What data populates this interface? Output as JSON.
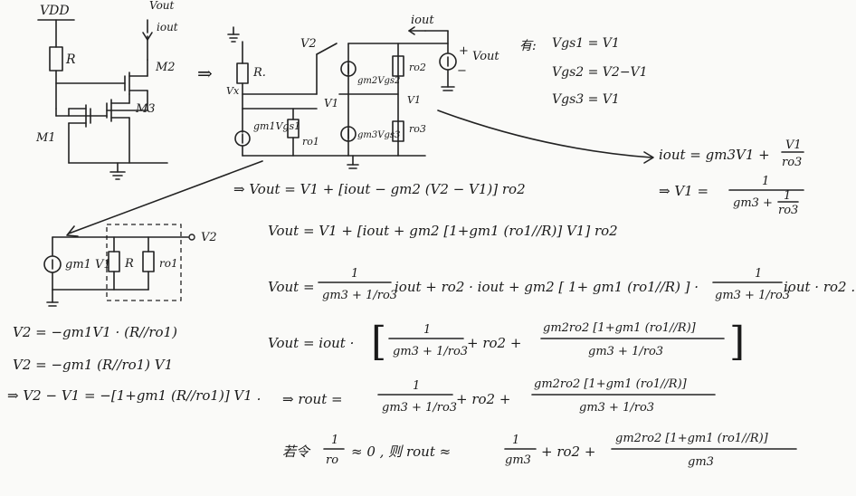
{
  "schematic": {
    "vdd": "VDD",
    "vout": "Vout",
    "iout_arrow": "iout",
    "r": "R",
    "m2": "M2",
    "m3": "M3",
    "m1": "M1"
  },
  "small_signal": {
    "arrow": "⇒",
    "r": "R.",
    "v2": "V2",
    "vx": "Vx",
    "v1": "V1",
    "v1_right": "V1",
    "iout": "iout",
    "plus": "+",
    "minus": "−",
    "vout": "Vout",
    "gm1": "gm1Vgs1",
    "ro1": "ro1",
    "gm2": "gm2Vgs2",
    "ro2": "ro2",
    "gm3": "gm3Vgs3",
    "ro3": "ro3"
  },
  "notes": {
    "prefix": "有:",
    "vgs1": "Vgs1 = V1",
    "vgs2": "Vgs2 = V2−V1",
    "vgs3": "Vgs3 = V1"
  },
  "iout_eq": {
    "lhs": "iout = gm3V1 +",
    "num": "V1",
    "den": "ro3"
  },
  "v1_eq": {
    "lhs": "⇒ V1 =",
    "num": "1",
    "den_a": "gm3 +",
    "den_num": "1",
    "den_den": "ro3"
  },
  "sub_circuit": {
    "v2": "V2",
    "gm1": "gm1 V1",
    "r": "R",
    "ro1": "ro1"
  },
  "v2_eqs": {
    "l1": "V2 = −gm1V1 · (R//ro1)",
    "l2": "V2 = −gm1 (R//ro1) V1",
    "l3": "⇒ V2 − V1 = −[1+gm1 (R//ro1)] V1 ."
  },
  "derivation": {
    "l1": "⇒ Vout = V1 + [iout − gm2 (V2 − V1)] ro2",
    "l2": "Vout = V1 + [iout + gm2 [1+gm1 (ro1//R)] V1] ro2",
    "l3a": "Vout =",
    "l3_num": "1",
    "l3_den": "gm3 + 1/ro3",
    "l3b": "iout + ro2 · iout + gm2 [ 1+ gm1 (ro1//R) ] ·",
    "l3_num2": "1",
    "l3_den2": "gm3 + 1/ro3",
    "l3c": "iout · ro2 .",
    "l4a": "Vout = iout ·",
    "l4_num": "1",
    "l4_den": "gm3 + 1/ro3",
    "l4b": "+ ro2 +",
    "l4_num2": "gm2ro2 [1+gm1 (ro1//R)]",
    "l4_den2": "gm3 + 1/ro3",
    "l5a": "⇒ rout =",
    "l5_num": "1",
    "l5_den": "gm3 + 1/ro3",
    "l5b": "+ ro2 +",
    "l5_num2": "gm2ro2 [1+gm1 (ro1//R)]",
    "l5_den2": "gm3 + 1/ro3",
    "l6a": "若令",
    "l6_num": "1",
    "l6_den": "ro",
    "l6b": "≈ 0 ,  则  rout ≈",
    "l6_num2": "1",
    "l6_den2": "gm3",
    "l6c": "+ ro2 +",
    "l6_num3": "gm2ro2 [1+gm1 (ro1//R)]",
    "l6_den3": "gm3"
  }
}
